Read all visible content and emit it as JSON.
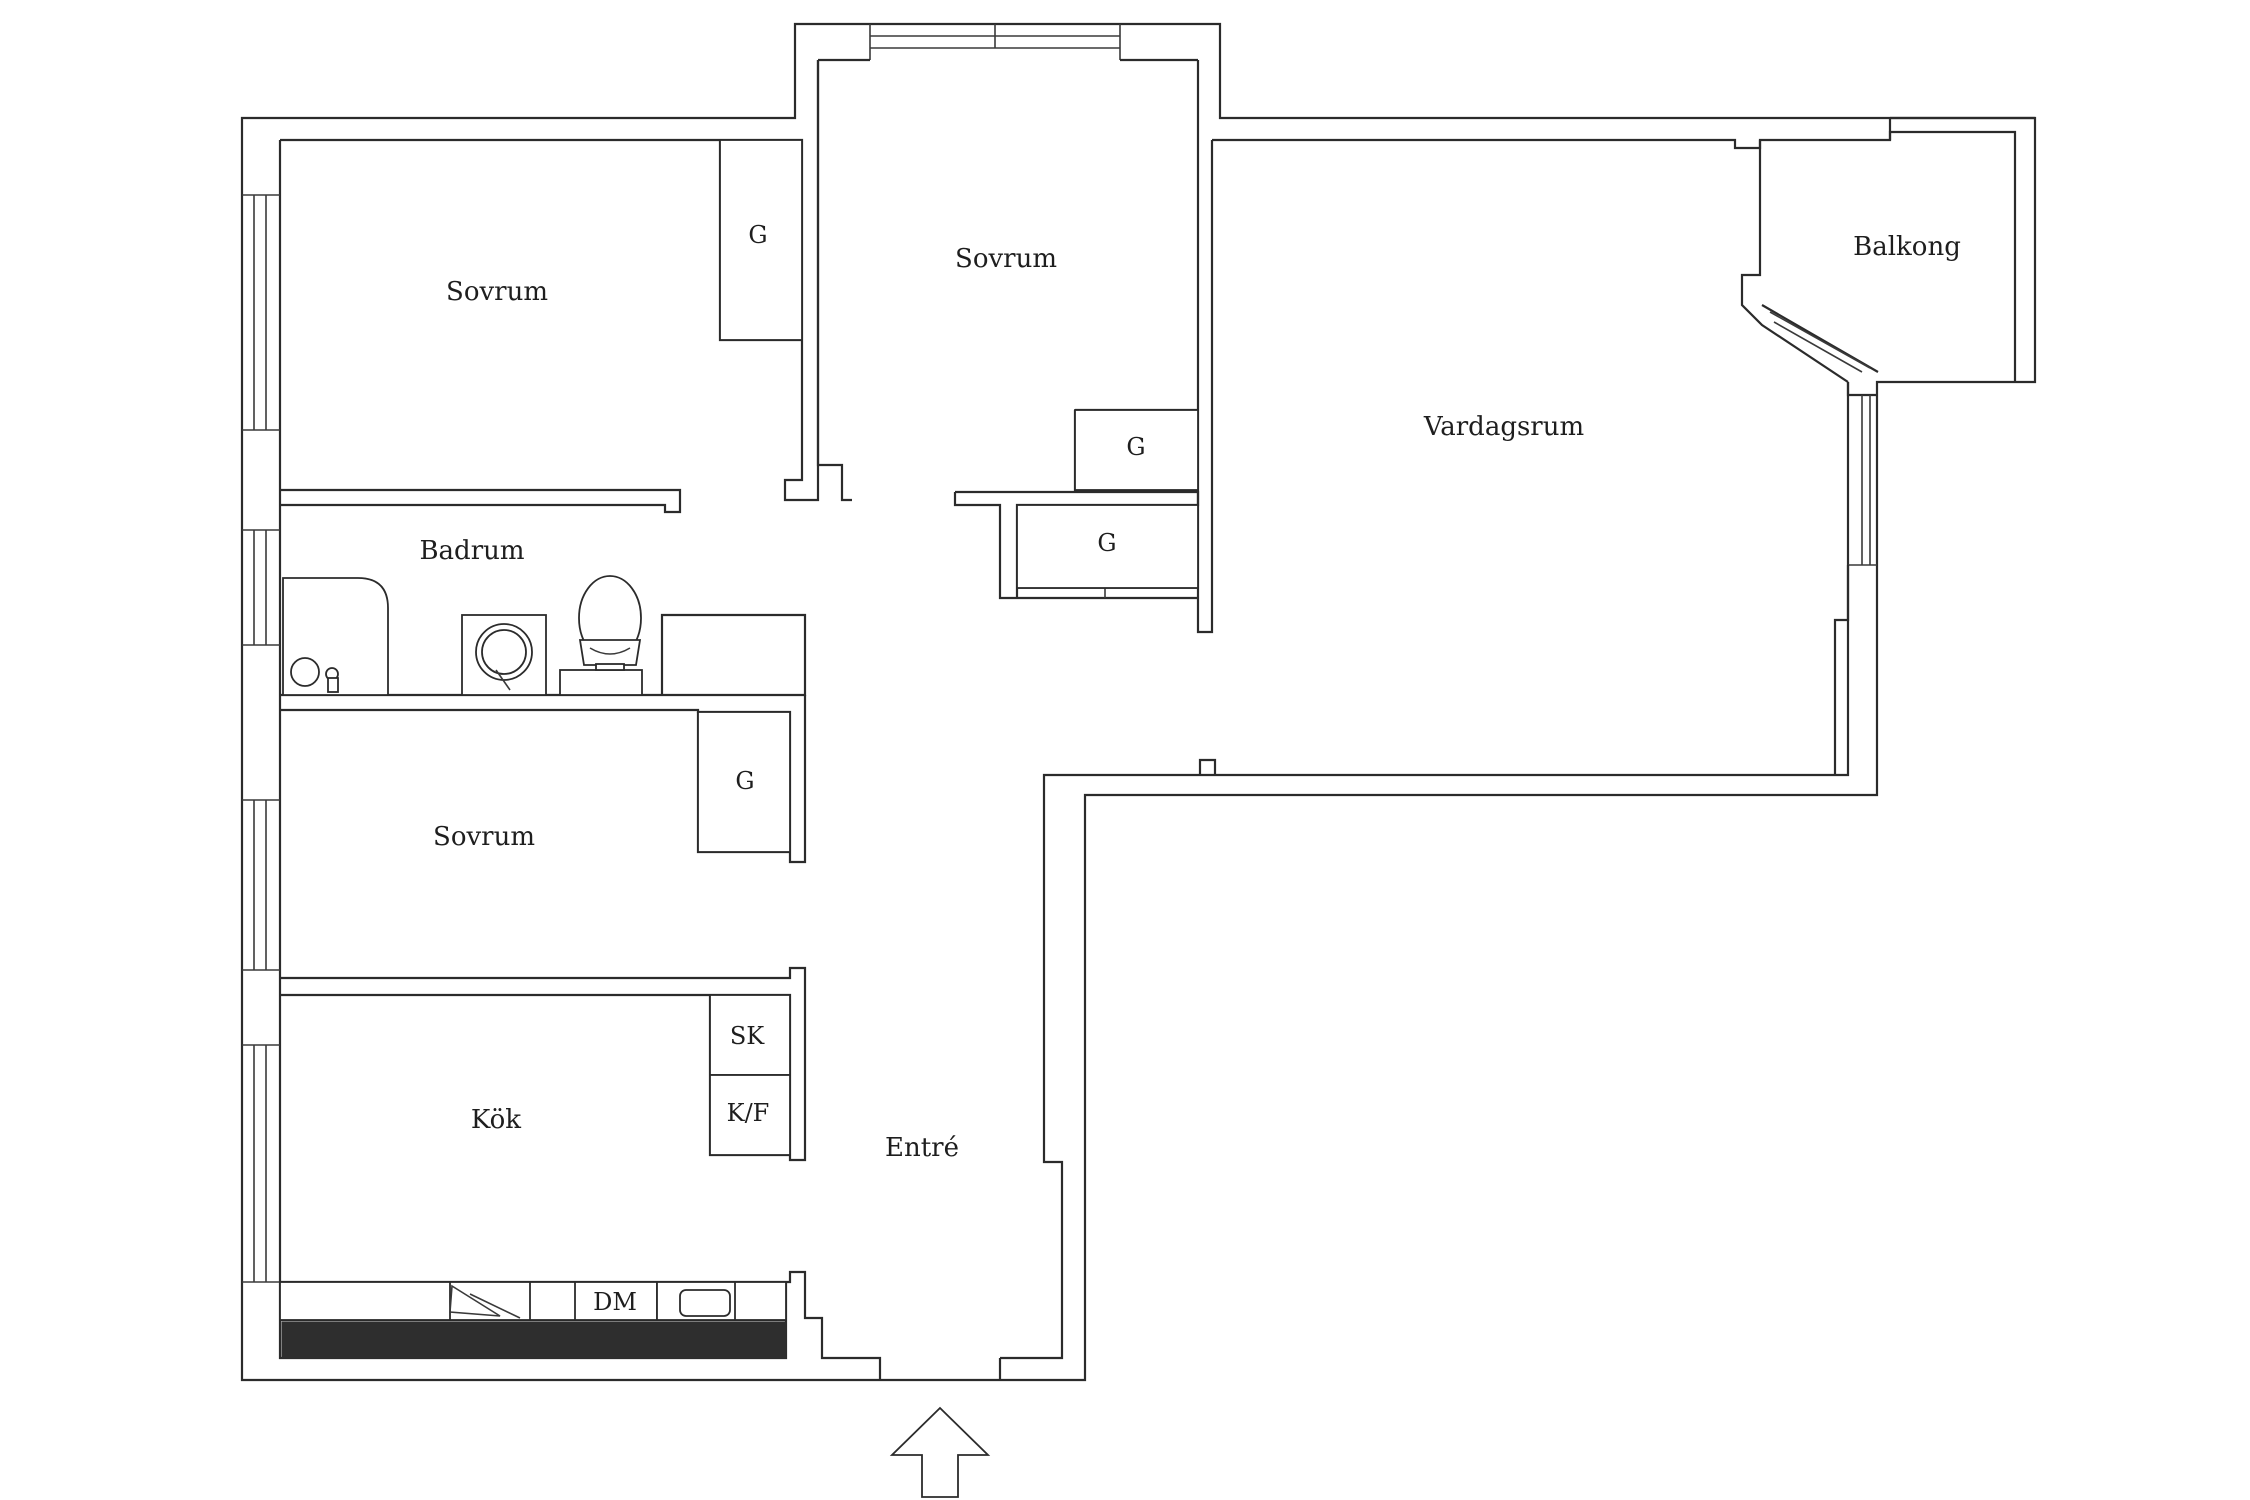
{
  "rooms": {
    "sovrum_1": "Sovrum",
    "sovrum_2": "Sovrum",
    "sovrum_3": "Sovrum",
    "badrum": "Badrum",
    "kok": "Kök",
    "entre": "Entré",
    "vardagsrum": "Vardagsrum",
    "balkong": "Balkong"
  },
  "fixtures": {
    "wardrobe_1": "G",
    "wardrobe_2": "G",
    "wardrobe_3": "G",
    "wardrobe_4": "G",
    "pantry": "SK",
    "fridge_freezer": "K/F",
    "dishwasher": "DM"
  },
  "colors": {
    "wall": "#2b2b2b",
    "background": "#ffffff",
    "counter": "#2e2e2e"
  },
  "icons": {
    "entrance": "up-arrow-icon",
    "toilet": "toilet-icon",
    "sink": "sink-icon",
    "shower": "shower-icon",
    "stove": "stove-icon",
    "kitchen_sink": "kitchen-sink-icon"
  }
}
